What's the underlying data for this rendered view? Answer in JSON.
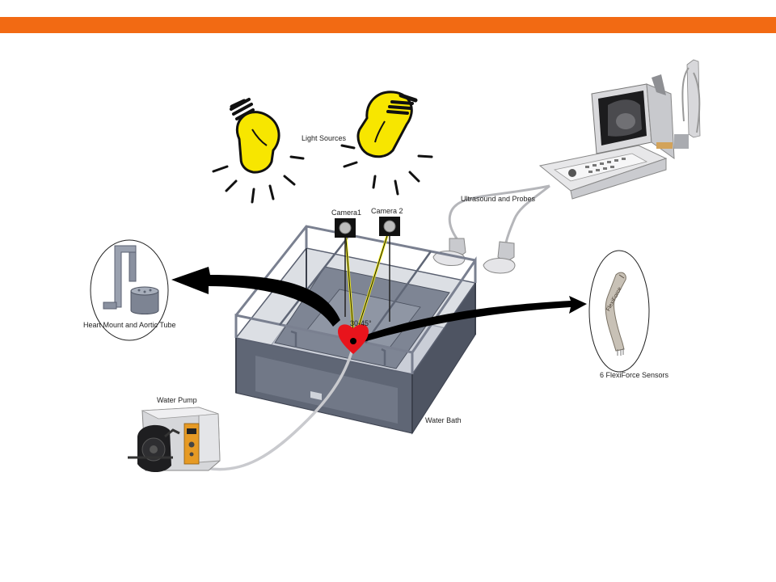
{
  "colors": {
    "accent_bar": "#F26A13",
    "bulb_fill": "#F7E600",
    "heart": "#E8141C",
    "tank_frame": "#8C96A8",
    "tank_fill": "#D7DAE2",
    "tank_inner": "#6F7685",
    "arrow": "#000000",
    "laser": "#F2EC1C"
  },
  "labels": {
    "light_sources": "Light Sources",
    "camera1": "Camera1",
    "camera2": "Camera 2",
    "ultrasound": "Ultrasound and Probes",
    "heart_mount": "Heart Mount and Aortic Tube",
    "angle": "30-45°",
    "flexiforce": "6 FlexiForce Sensors",
    "water_pump": "Water Pump",
    "water_bath": "Water Bath"
  },
  "icons": {
    "bulbs": [
      "light-bulb-icon",
      "light-bulb-icon"
    ],
    "cameras": [
      "camera-icon",
      "camera-icon"
    ],
    "ultrasound": "ultrasound-machine-icon",
    "probes": [
      "ultrasound-probe-icon",
      "ultrasound-probe-icon"
    ],
    "heart": "heart-icon",
    "pump": "peristaltic-pump-icon",
    "sensor": "flexiforce-sensor-icon",
    "mount": "heart-mount-icon"
  }
}
